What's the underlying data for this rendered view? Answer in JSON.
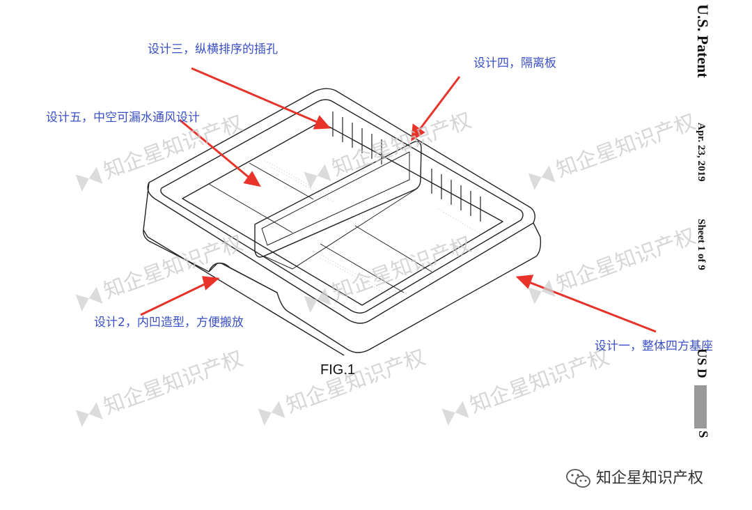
{
  "annotations": {
    "design_three": "设计三，纵横排序的插孔",
    "design_four": "设计四，隔离板",
    "design_five": "设计五，中空可漏水通风设计",
    "design_two": "设计2，内凹造型，方便搬放",
    "design_one": "设计一，整体四方基座"
  },
  "patent": {
    "title": "U.S. Patent",
    "date": "Apr. 23, 2019",
    "sheet": "Sheet 1 of 9",
    "number_prefix": "US D",
    "number_suffix": "S"
  },
  "figure_label": "FIG.1",
  "watermark": "知企星知识产权",
  "footer_text": "知企星知识产权",
  "colors": {
    "annotation_text": "#3b4fc4",
    "arrow": "#e8332a",
    "watermark": "#c9c9c9",
    "line_art": "#222222"
  },
  "icons": [
    "wechat-icon",
    "watermark-logo-icon"
  ]
}
